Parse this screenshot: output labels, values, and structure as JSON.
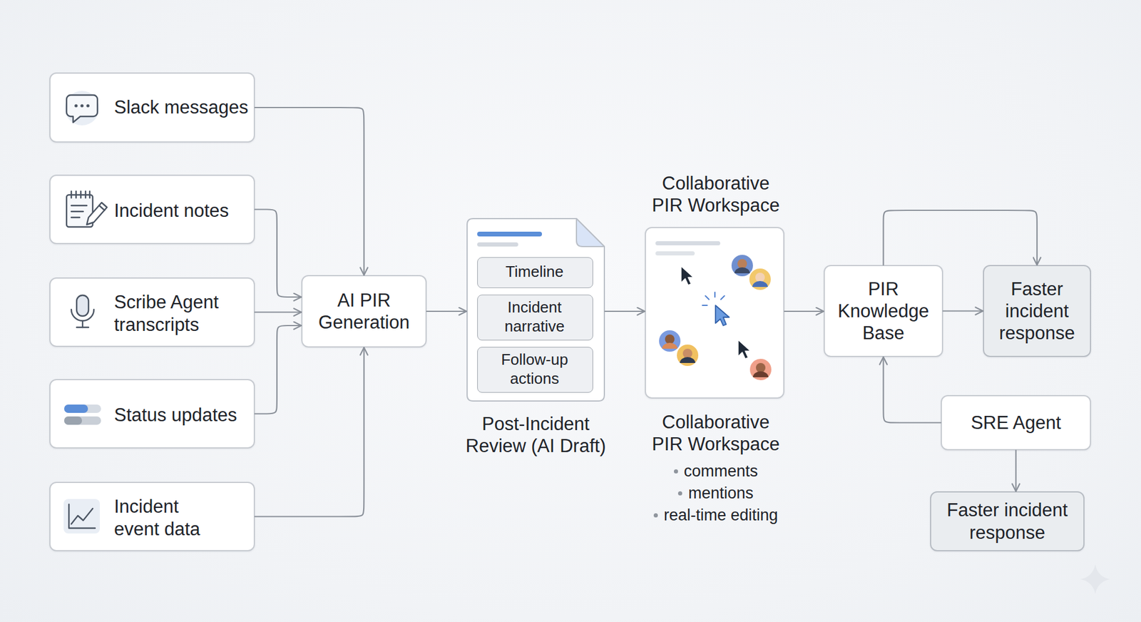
{
  "diagram": {
    "nodes": [
      {
        "text": [
          "Slack messages"
        ]
      },
      {
        "text": [
          "Incident notes"
        ]
      },
      {
        "text": [
          "Scribe Agent transcripts"
        ]
      },
      {
        "text": [
          "Status updates"
        ]
      },
      {
        "text": [
          "Incident event data"
        ]
      },
      {
        "text": [
          "AI PIR Generation"
        ]
      },
      {
        "text": [
          "Post-Incident Review (AI Draft)"
        ]
      },
      {
        "text": [
          "Timeline"
        ],
        "in": 6
      },
      {
        "text": [
          "Incident narrative"
        ],
        "in": 6
      },
      {
        "text": [
          "Follow-up actions"
        ],
        "in": 6
      },
      {
        "text": [
          "Collaborative PIR Workspace",
          "Collaborative PIR Workspace",
          "comments",
          "mentions",
          "real-time editing"
        ]
      },
      {
        "text": [
          "PIR Knowledge Base"
        ]
      },
      {
        "text": [
          "Faster incident response"
        ]
      },
      {
        "text": [
          "SRE Agent"
        ]
      },
      {
        "text": [
          "Faster incident response"
        ]
      }
    ],
    "edges": [
      {
        "from": 0,
        "to": 5,
        "arrow": "to"
      },
      {
        "from": 1,
        "to": 5,
        "arrow": "to"
      },
      {
        "from": 2,
        "to": 5,
        "arrow": "to"
      },
      {
        "from": 3,
        "to": 5,
        "arrow": "to"
      },
      {
        "from": 4,
        "to": 5,
        "arrow": "to"
      },
      {
        "from": 5,
        "to": 6,
        "arrow": "to"
      },
      {
        "from": 6,
        "to": 10,
        "arrow": "to"
      },
      {
        "from": 10,
        "to": 11,
        "arrow": "to"
      },
      {
        "from": 11,
        "to": 12,
        "arrow": "to"
      },
      {
        "from": 11,
        "to": 12,
        "arrow": "to"
      },
      {
        "from": 13,
        "to": 11,
        "arrow": "to"
      },
      {
        "from": 13,
        "to": 14,
        "arrow": "to"
      }
    ]
  }
}
